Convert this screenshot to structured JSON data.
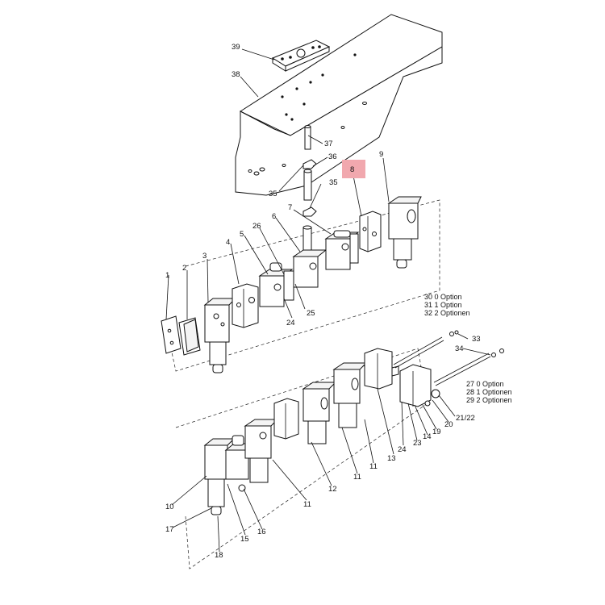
{
  "diagram": {
    "highlight_color": "#f1a8ae",
    "highlighted_label": "8",
    "callouts": {
      "c39": "39",
      "c38": "38",
      "c37": "37",
      "c36": "36",
      "c35a": "35",
      "c35b": "35",
      "c8": "8",
      "c9": "9",
      "c7": "7",
      "c6": "6",
      "c26": "26",
      "c5": "5",
      "c4": "4",
      "c3": "3",
      "c2": "2",
      "c1": "1",
      "c24a": "24",
      "c25": "25",
      "c33": "33",
      "c34": "34",
      "c13": "13",
      "c23": "23",
      "c24b": "24",
      "c14": "14",
      "c19": "19",
      "c20": "20",
      "c2122": "21/22",
      "c11a": "11",
      "c11b": "11",
      "c11c": "11",
      "c12": "12",
      "c10": "10",
      "c17": "17",
      "c15": "15",
      "c16": "16",
      "c18": "18"
    },
    "options": {
      "o30": "30  0  Option",
      "o31": "31  1  Option",
      "o32": "32  2  Optionen",
      "o27": "27  0  Option",
      "o28": "28  1  Optionen",
      "o29": "29  2  Optionen"
    }
  }
}
